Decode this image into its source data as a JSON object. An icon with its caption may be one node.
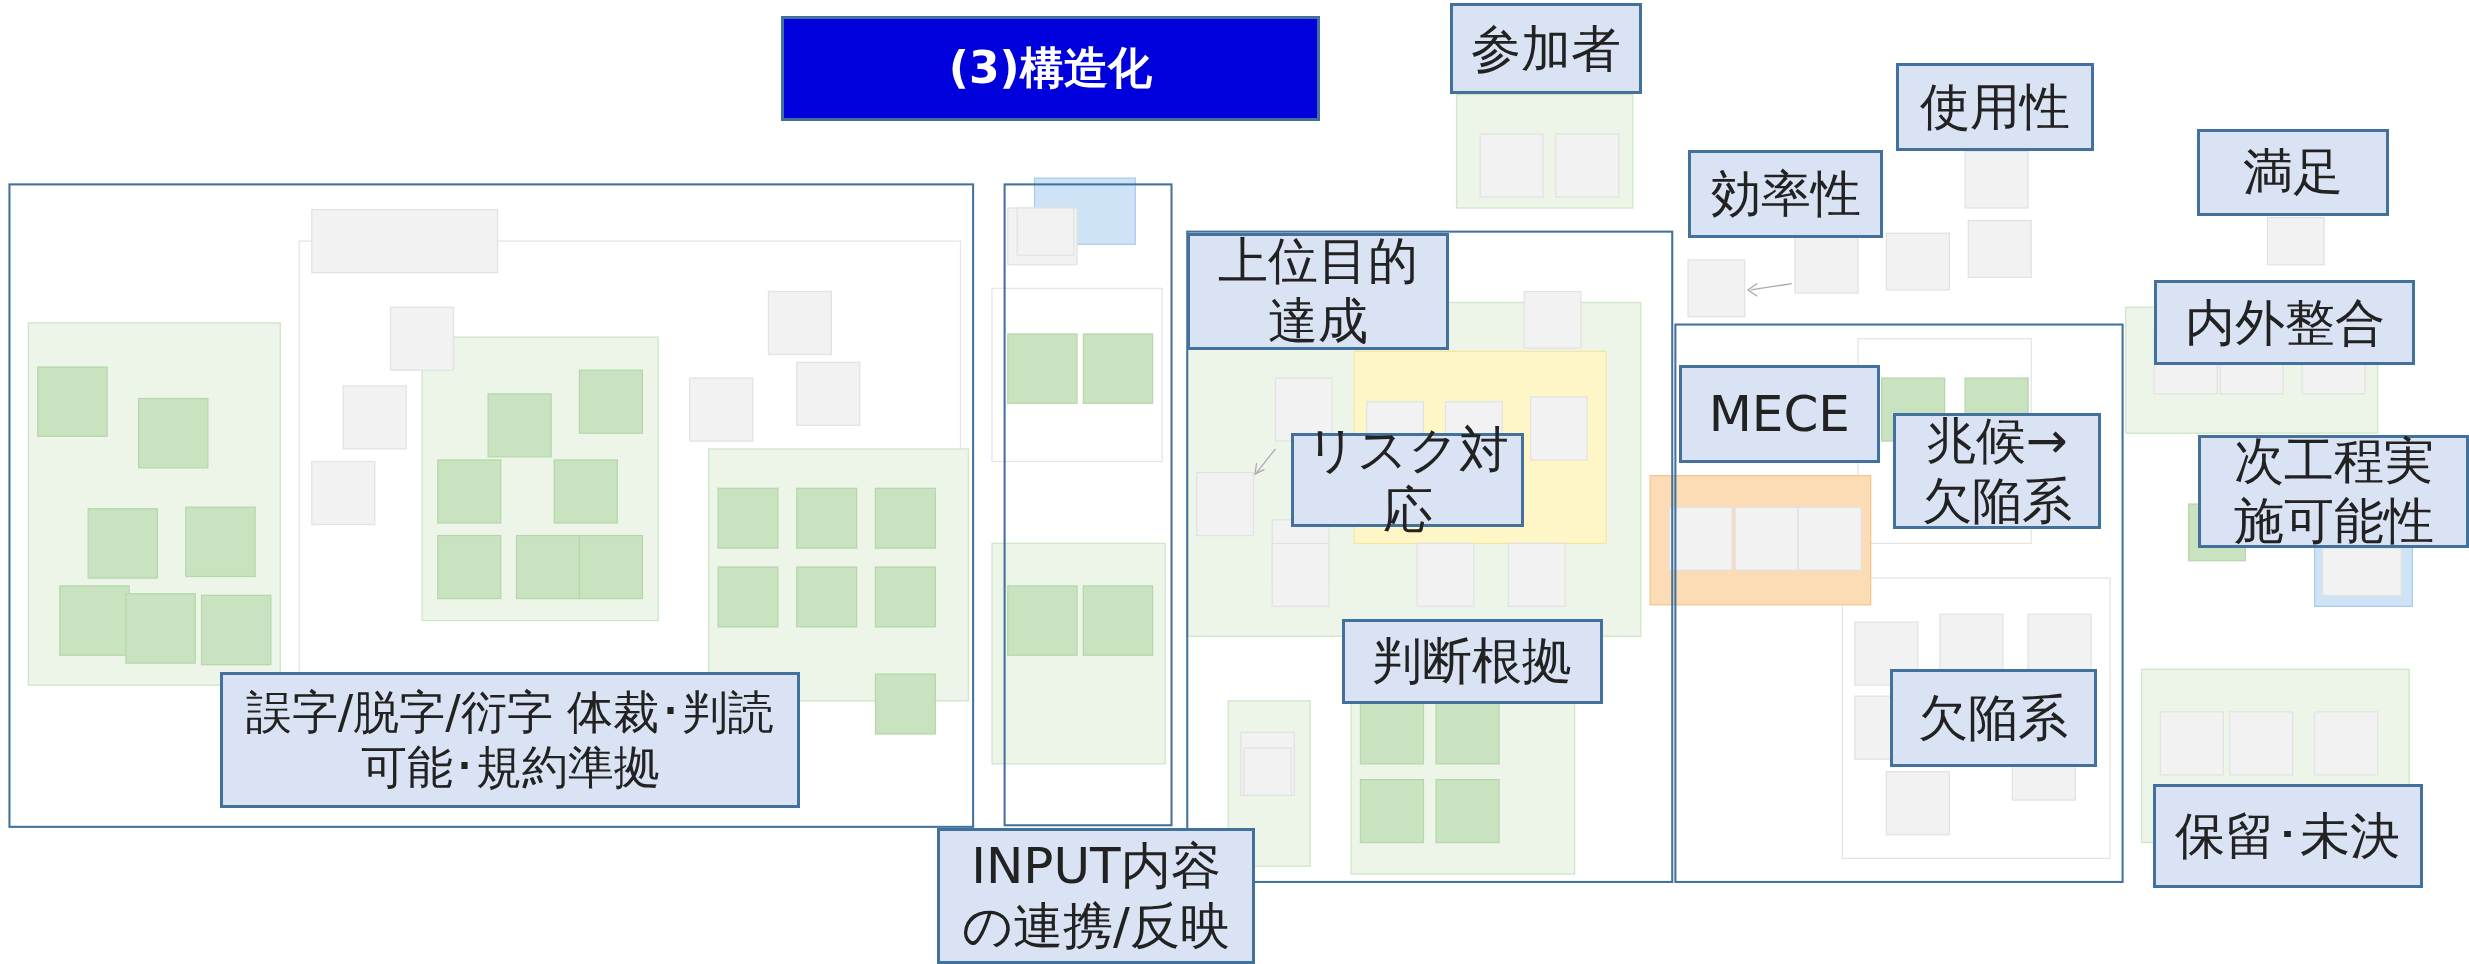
{
  "diagram": {
    "title": "(3)構造化",
    "nodes": [
      {
        "text": [
          "参加者"
        ]
      },
      {
        "text": [
          "使用性"
        ]
      },
      {
        "text": [
          "効率性"
        ]
      },
      {
        "text": [
          "満足"
        ]
      },
      {
        "text": [
          "上位目的達成"
        ]
      },
      {
        "text": [
          "内外整合"
        ]
      },
      {
        "text": [
          "MECE"
        ]
      },
      {
        "text": [
          "兆候→欠陥系"
        ]
      },
      {
        "text": [
          "リスク対応"
        ]
      },
      {
        "text": [
          "次工程実施可能性"
        ]
      },
      {
        "text": [
          "判断根拠"
        ]
      },
      {
        "text": [
          "欠陥系"
        ]
      },
      {
        "text": [
          "誤字/脱字/衍字 体裁･判読可能･規約準拠"
        ]
      },
      {
        "text": [
          "INPUT内容の連携/反映"
        ]
      },
      {
        "text": [
          "保留･未決"
        ]
      }
    ]
  }
}
